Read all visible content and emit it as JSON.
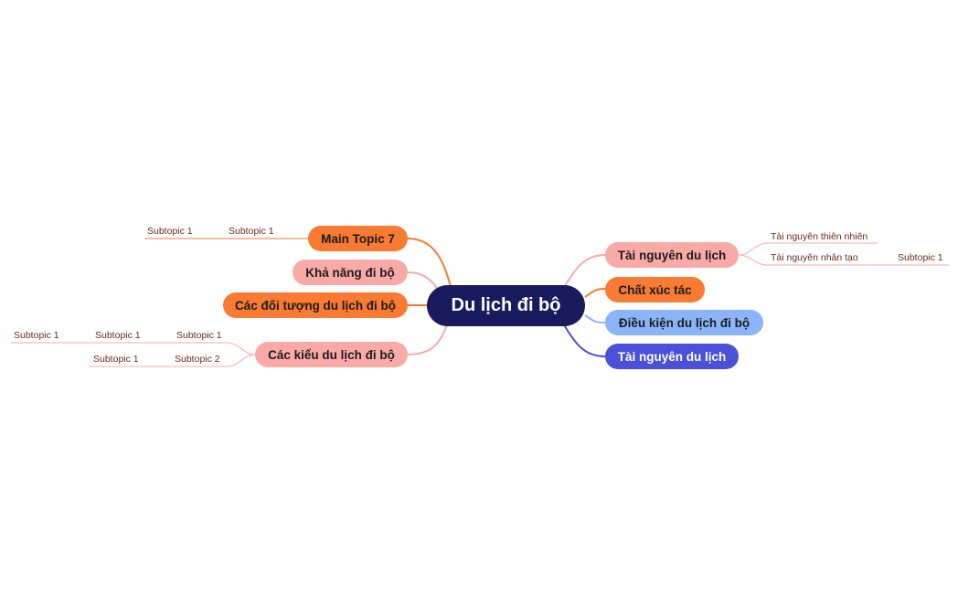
{
  "central": "Du lịch đi bộ",
  "right": {
    "tai_nguyen_1": "Tài nguyên du lịch",
    "chat_xuc_tac": "Chất xúc tác",
    "dieu_kien": "Điều kiện du lịch đi bộ",
    "tai_nguyen_2": "Tài nguyên du lịch",
    "sub_thien_nhien": "Tài nguyên thiên nhiên",
    "sub_nhan_tao": "Tài nguyên nhân tạo",
    "sub_nhan_tao_child": "Subtopic 1"
  },
  "left": {
    "main_topic_7": "Main Topic 7",
    "kha_nang": "Khả năng đi bộ",
    "doi_tuong": "Các đối tượng du lịch đi bộ",
    "cac_kieu": "Các kiểu du lịch đi bộ",
    "mt7_sub": "Subtopic 1",
    "mt7_sub_child": "Subtopic 1",
    "kieu_sub_a": "Subtopic 1",
    "kieu_sub_a_child": "Subtopic 1",
    "kieu_sub_a_grandchild": "Subtopic 1",
    "kieu_sub_b": "Subtopic 2",
    "kieu_sub_b_child": "Subtopic 1"
  },
  "colors": {
    "central": "#1a1a5e",
    "orange": "#f97a32",
    "pink": "#f9aaa6",
    "light_blue": "#8bb4f8",
    "blue": "#4a50d8",
    "subtopic_text": "#6a2a1a"
  }
}
